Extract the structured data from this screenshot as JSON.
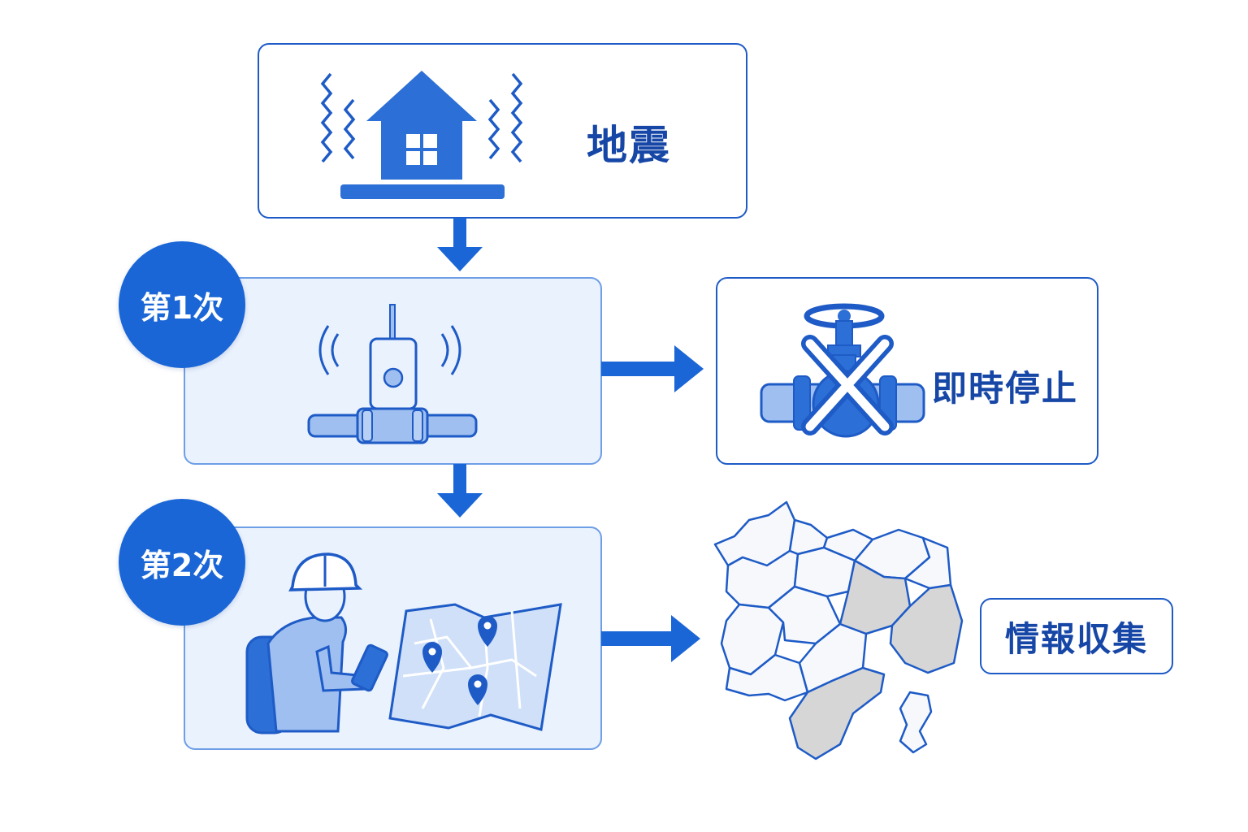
{
  "earthquake": {
    "label": "地震",
    "icon": "house-shaking-icon"
  },
  "stage1": {
    "badge": "第1次",
    "icon": "seismic-sensor-on-pipe-icon"
  },
  "stage1_result": {
    "label": "即時停止",
    "icon": "valve-stop-icon"
  },
  "stage2": {
    "badge": "第2次",
    "icon": "worker-with-map-icon"
  },
  "stage2_result": {
    "label": "情報収集",
    "icon": "district-map-icon"
  },
  "colors": {
    "primary": "#1a66d6",
    "border": "#1e5bc6",
    "tint": "#eaf2fd",
    "text": "#1747a6",
    "map_highlight": "#d6d6d6"
  }
}
